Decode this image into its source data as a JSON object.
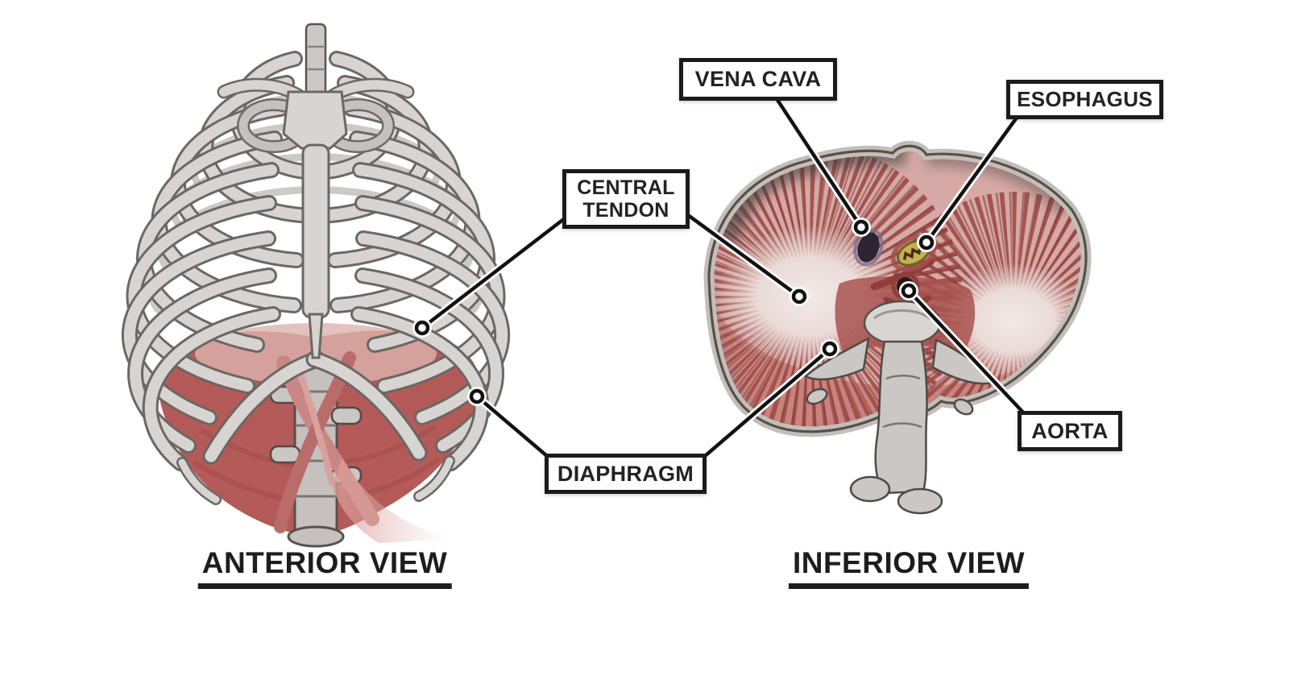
{
  "titles": {
    "anterior": "ANTERIOR VIEW",
    "inferior": "INFERIOR VIEW"
  },
  "labels": [
    {
      "id": "vena-cava",
      "text": "VENA CAVA",
      "points_to": [
        "inferior"
      ]
    },
    {
      "id": "esophagus",
      "text": "ESOPHAGUS",
      "points_to": [
        "inferior"
      ]
    },
    {
      "id": "central-tendon",
      "text": "CENTRAL TENDON",
      "points_to": [
        "anterior",
        "inferior"
      ]
    },
    {
      "id": "diaphragm",
      "text": "DIAPHRAGM",
      "points_to": [
        "anterior",
        "inferior"
      ]
    },
    {
      "id": "aorta",
      "text": "AORTA",
      "points_to": [
        "inferior"
      ]
    }
  ],
  "colors": {
    "background": "#ffffff",
    "label_border": "#1b1b1b",
    "label_text": "#222222",
    "title_text": "#1d1d1d",
    "leader_line": "#121212",
    "muscle_red": "#b45a58",
    "muscle_red_deep": "#8f3e3b",
    "muscle_red_light": "#d9a9a4",
    "central_tendon_pale": "#efe5e2",
    "bone_light": "#d7d4d1",
    "bone_outline": "#6b6764",
    "esophagus_yellow": "#c7af52",
    "vena_cava_dark": "#2c2531",
    "aorta_dark": "#221d1d"
  }
}
